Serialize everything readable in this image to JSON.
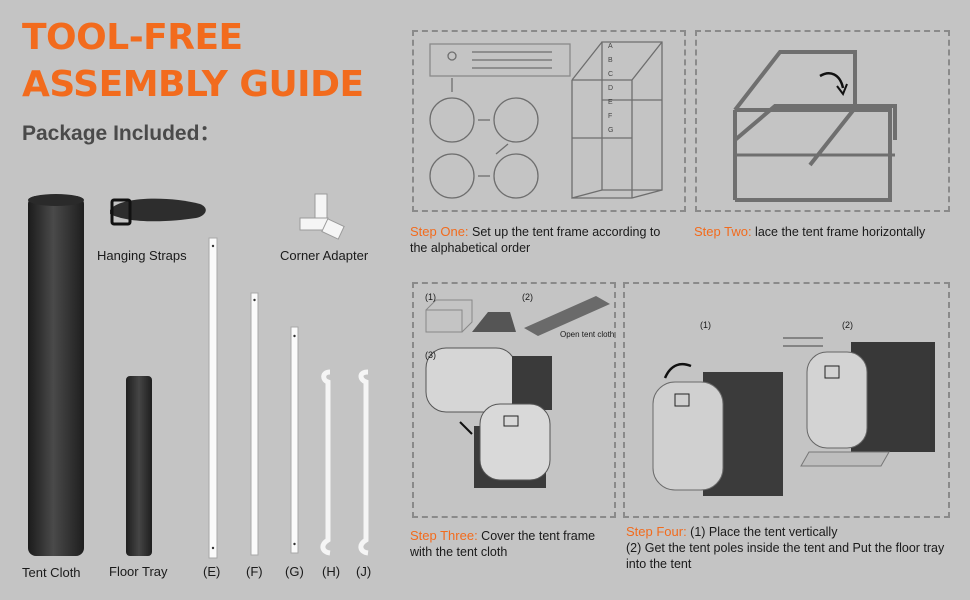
{
  "title": {
    "line1": "TOOL-FREE",
    "line2": "ASSEMBLY GUIDE"
  },
  "package_heading": "Package Included：",
  "parts": {
    "tent_cloth": "Tent Cloth",
    "floor_tray": "Floor Tray",
    "hanging_straps": "Hanging Straps",
    "corner_adapter": "Corner Adapter",
    "pole_e": "(E)",
    "pole_f": "(F)",
    "pole_g": "(G)",
    "pole_h": "(H)",
    "pole_j": "(J)"
  },
  "steps": {
    "one": {
      "heading": "Step One:",
      "text": " Set up the tent frame according to the alphabetical order"
    },
    "two": {
      "heading": "Step Two:",
      "text": " lace the tent frame horizontally"
    },
    "three": {
      "heading": "Step Three:",
      "text": " Cover the tent frame with the tent cloth"
    },
    "four": {
      "heading": "Step Four:",
      "text": " (1) Place the tent vertically",
      "text2": "(2) Get the tent poles inside the tent and Put the floor tray into the tent"
    }
  },
  "diagram": {
    "step3_labels": [
      "(1)",
      "(2)",
      "(3)"
    ],
    "open_tent_cloth": "Open tent cloth",
    "step4_labels": [
      "(1)",
      "(2)"
    ],
    "frame_letters": [
      "A",
      "B",
      "C",
      "D",
      "E",
      "F",
      "G"
    ]
  },
  "colors": {
    "accent": "#f26b1d",
    "background": "#c4c4c4",
    "heading_gray": "#4a4a4a"
  }
}
